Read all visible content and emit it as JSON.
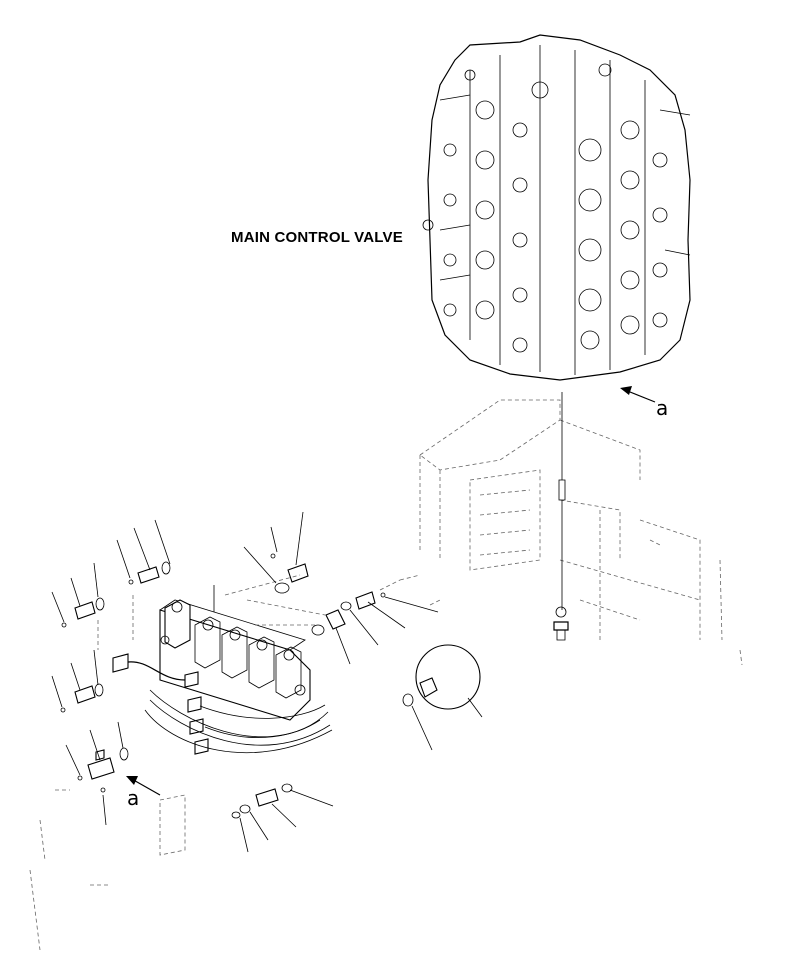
{
  "labels": {
    "main_control_valve": "MAIN CONTROL VALVE",
    "view_a_top": "a",
    "view_a_bottom": "a"
  }
}
